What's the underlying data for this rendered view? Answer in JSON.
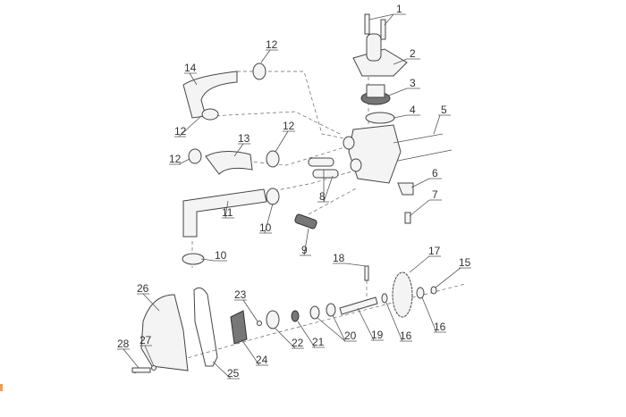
{
  "diagram": {
    "type": "exploded-parts-diagram",
    "callouts": {
      "c1": "1",
      "c2": "2",
      "c3": "3",
      "c4": "4",
      "c5": "5",
      "c6": "6",
      "c7": "7",
      "c8": "8",
      "c9": "9",
      "c10a": "10",
      "c10b": "10",
      "c11": "11",
      "c12a": "12",
      "c12b": "12",
      "c12c": "12",
      "c12d": "12",
      "c13": "13",
      "c14": "14",
      "c15": "15",
      "c16a": "16",
      "c16b": "16",
      "c17": "17",
      "c18": "18",
      "c19": "19",
      "c20": "20",
      "c21": "21",
      "c22": "22",
      "c23": "23",
      "c24": "24",
      "c25": "25",
      "c26": "26",
      "c27": "27",
      "c28": "28"
    }
  }
}
